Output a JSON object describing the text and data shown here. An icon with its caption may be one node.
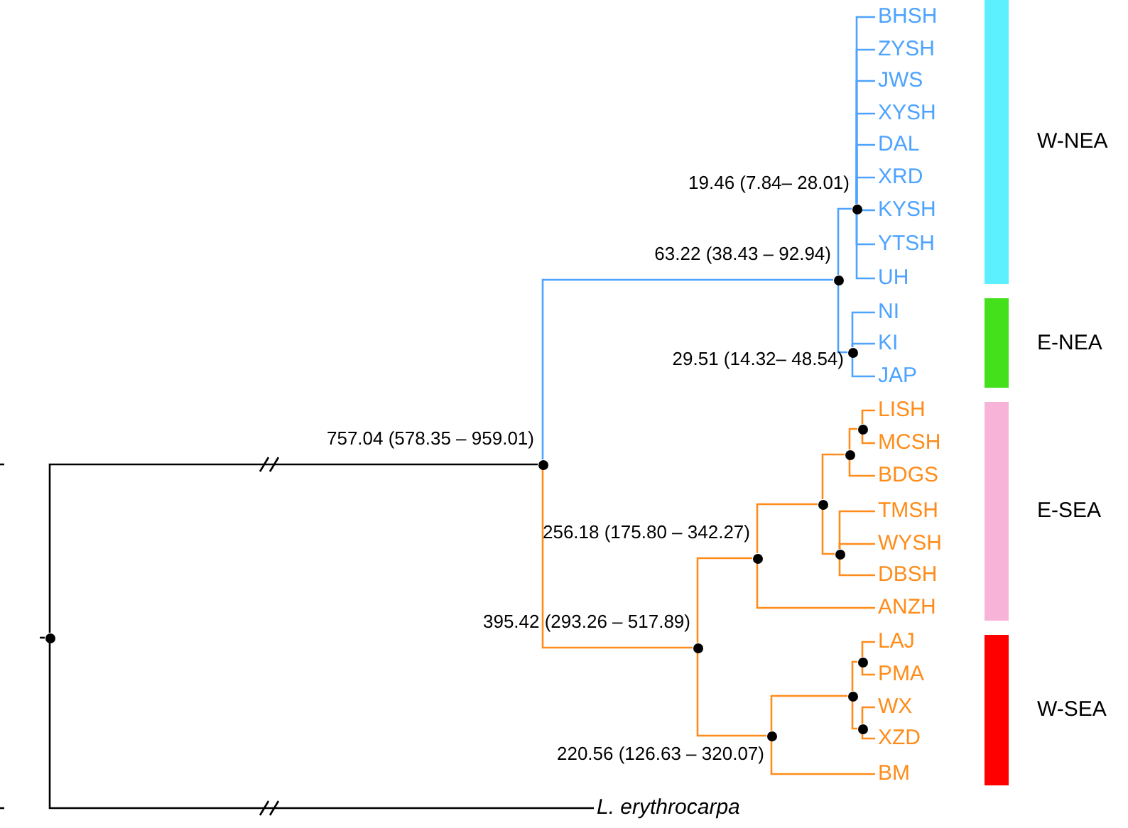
{
  "diagram": {
    "nodes": [
      {
        "text": [
          "BHSH"
        ]
      },
      {
        "text": [
          "ZYSH"
        ]
      },
      {
        "text": [
          "JWS"
        ]
      },
      {
        "text": [
          "XYSH"
        ]
      },
      {
        "text": [
          "DAL"
        ]
      },
      {
        "text": [
          "XRD"
        ]
      },
      {
        "text": [
          "KYSH"
        ]
      },
      {
        "text": [
          "YTSH"
        ]
      },
      {
        "text": [
          "UH"
        ]
      },
      {
        "text": [
          "NI"
        ]
      },
      {
        "text": [
          "KI"
        ]
      },
      {
        "text": [
          "JAP"
        ]
      },
      {
        "text": [
          "LISH"
        ]
      },
      {
        "text": [
          "MCSH"
        ]
      },
      {
        "text": [
          "BDGS"
        ]
      },
      {
        "text": [
          "TMSH"
        ]
      },
      {
        "text": [
          "WYSH"
        ]
      },
      {
        "text": [
          "DBSH"
        ]
      },
      {
        "text": [
          "ANZH"
        ]
      },
      {
        "text": [
          "LAJ"
        ]
      },
      {
        "text": [
          "PMA"
        ]
      },
      {
        "text": [
          "WX"
        ]
      },
      {
        "text": [
          "XZD"
        ]
      },
      {
        "text": [
          "BM"
        ]
      },
      {
        "text": [
          "L. erythrocarpa"
        ]
      },
      {
        "text": [],
        "shape": "circle"
      },
      {
        "text": [],
        "shape": "circle",
        "beside": [
          "757.04 (578.35 – 959.01)"
        ]
      },
      {
        "text": [],
        "shape": "circle",
        "beside": [
          "63.22 (38.43 – 92.94)"
        ]
      },
      {
        "text": [],
        "shape": "circle",
        "beside": [
          "19.46 (7.84– 28.01)"
        ]
      },
      {
        "text": [],
        "shape": "circle",
        "beside": [
          "29.51 (14.32– 48.54)"
        ]
      },
      {
        "text": [],
        "shape": "circle",
        "beside": [
          "395.42 (293.26 – 517.89)"
        ]
      },
      {
        "text": [],
        "shape": "circle",
        "beside": [
          "256.18 (175.80 – 342.27)"
        ]
      },
      {
        "text": [],
        "shape": "circle"
      },
      {
        "text": [],
        "shape": "circle"
      },
      {
        "text": [],
        "shape": "circle"
      },
      {
        "text": [],
        "shape": "circle"
      },
      {
        "text": [],
        "shape": "circle",
        "beside": [
          "220.56 (126.63 – 320.07)"
        ]
      },
      {
        "text": [],
        "shape": "circle"
      },
      {
        "text": [],
        "shape": "circle"
      },
      {
        "text": [],
        "shape": "circle"
      },
      {
        "text": [],
        "shape": "bar",
        "beside": [
          "W-NEA"
        ]
      },
      {
        "text": [],
        "shape": "bar",
        "beside": [
          "E-NEA"
        ]
      },
      {
        "text": [],
        "shape": "bar",
        "beside": [
          "E-SEA"
        ]
      },
      {
        "text": [],
        "shape": "bar",
        "beside": [
          "W-SEA"
        ]
      }
    ],
    "edges": [
      {
        "from": 25,
        "to": 26,
        "arrow": "none",
        "color": "#000000"
      },
      {
        "from": 25,
        "to": 24,
        "arrow": "none",
        "color": "#000000"
      },
      {
        "from": 26,
        "to": 27,
        "arrow": "none",
        "color": "#4da3ff"
      },
      {
        "from": 26,
        "to": 30,
        "arrow": "none"
      },
      {
        "from": 27,
        "to": 28,
        "arrow": "none",
        "color": "#4da3ff"
      },
      {
        "from": 27,
        "to": 29,
        "arrow": "none",
        "color": "#4da3ff"
      },
      {
        "from": 28,
        "to": 0,
        "arrow": "none",
        "color": "#4da3ff"
      },
      {
        "from": 28,
        "to": 1,
        "arrow": "none",
        "color": "#4da3ff"
      },
      {
        "from": 28,
        "to": 2,
        "arrow": "none",
        "color": "#4da3ff"
      },
      {
        "from": 28,
        "to": 3,
        "arrow": "none",
        "color": "#4da3ff"
      },
      {
        "from": 28,
        "to": 4,
        "arrow": "none",
        "color": "#4da3ff"
      },
      {
        "from": 28,
        "to": 5,
        "arrow": "none",
        "color": "#4da3ff"
      },
      {
        "from": 28,
        "to": 6,
        "arrow": "none",
        "color": "#4da3ff"
      },
      {
        "from": 28,
        "to": 7,
        "arrow": "none",
        "color": "#4da3ff"
      },
      {
        "from": 28,
        "to": 8,
        "arrow": "none",
        "color": "#4da3ff"
      },
      {
        "from": 29,
        "to": 9,
        "arrow": "none",
        "color": "#4da3ff"
      },
      {
        "from": 29,
        "to": 10,
        "arrow": "none",
        "color": "#4da3ff"
      },
      {
        "from": 29,
        "to": 11,
        "arrow": "none",
        "color": "#4da3ff"
      },
      {
        "from": 30,
        "to": 31,
        "arrow": "none"
      },
      {
        "from": 30,
        "to": 36,
        "arrow": "none"
      },
      {
        "from": 31,
        "to": 32,
        "arrow": "none"
      },
      {
        "from": 31,
        "to": 18,
        "arrow": "none"
      },
      {
        "from": 32,
        "to": 33,
        "arrow": "none"
      },
      {
        "from": 32,
        "to": 35,
        "arrow": "none"
      },
      {
        "from": 33,
        "to": 34,
        "arrow": "none"
      },
      {
        "from": 33,
        "to": 14,
        "arrow": "none"
      },
      {
        "from": 34,
        "to": 12,
        "arrow": "none"
      },
      {
        "from": 34,
        "to": 13,
        "arrow": "none"
      },
      {
        "from": 35,
        "to": 15,
        "arrow": "none"
      },
      {
        "from": 35,
        "to": 16,
        "arrow": "none"
      },
      {
        "from": 35,
        "to": 17,
        "arrow": "none"
      },
      {
        "from": 36,
        "to": 37,
        "arrow": "none"
      },
      {
        "from": 36,
        "to": 23,
        "arrow": "none"
      },
      {
        "from": 37,
        "to": 38,
        "arrow": "none"
      },
      {
        "from": 37,
        "to": 39,
        "arrow": "none"
      },
      {
        "from": 38,
        "to": 19,
        "arrow": "none"
      },
      {
        "from": 38,
        "to": 20,
        "arrow": "none"
      },
      {
        "from": 39,
        "to": 21,
        "arrow": "none"
      },
      {
        "from": 39,
        "to": 22,
        "arrow": "none"
      }
    ]
  }
}
